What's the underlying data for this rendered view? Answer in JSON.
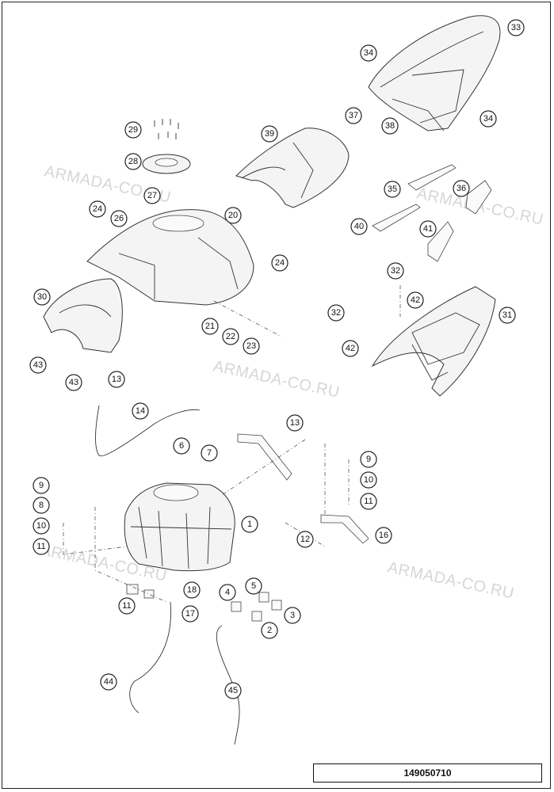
{
  "diagram_ref": "149050710",
  "watermark": "ARMADA-CO.RU",
  "callouts": [
    "1",
    "2",
    "3",
    "4",
    "5",
    "6",
    "7",
    "8",
    "9",
    "10",
    "11",
    "12",
    "13",
    "14",
    "16",
    "17",
    "18",
    "20",
    "21",
    "22",
    "23",
    "24",
    "26",
    "27",
    "28",
    "29",
    "30",
    "31",
    "32",
    "33",
    "34",
    "35",
    "36",
    "37",
    "38",
    "39",
    "40",
    "41",
    "42",
    "43",
    "44",
    "45"
  ],
  "colors": {
    "line": "#333333",
    "watermark": "#c9c9c9"
  }
}
